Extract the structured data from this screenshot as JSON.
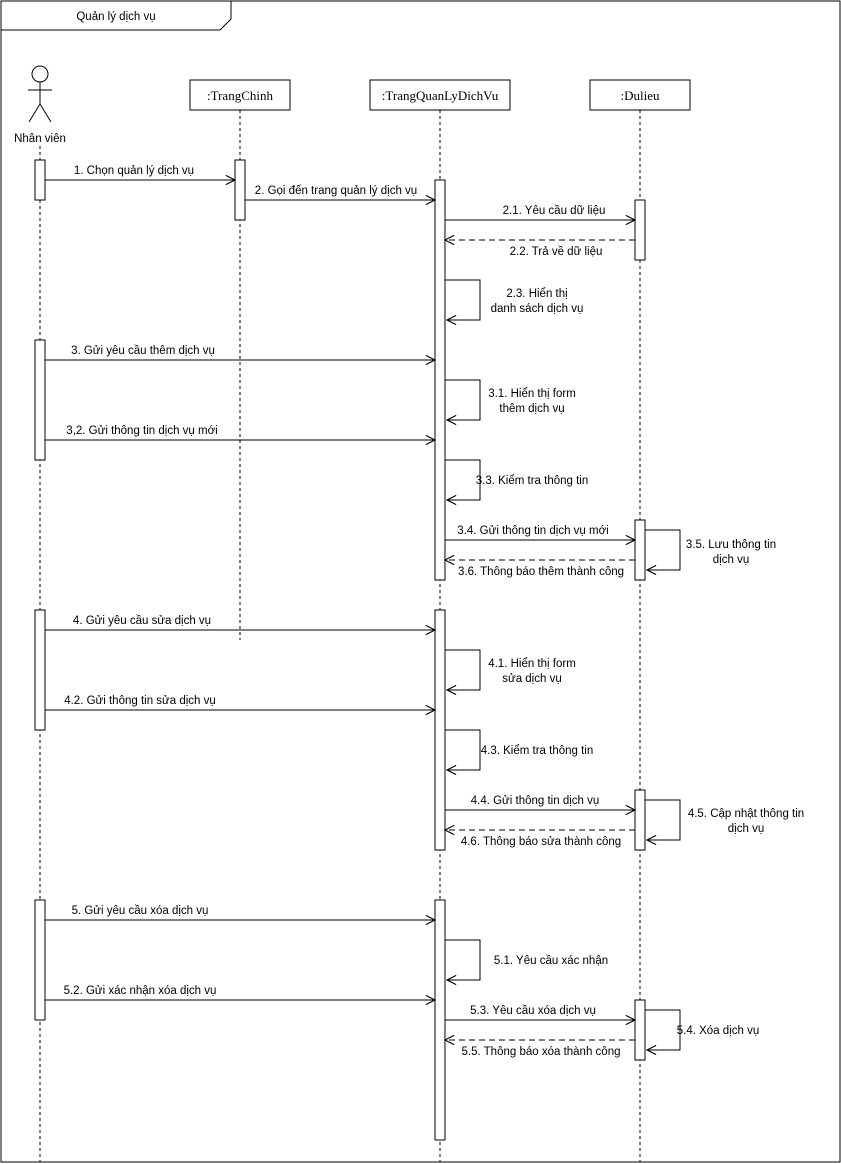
{
  "frame": {
    "title": "Quản lý dịch vụ"
  },
  "actor": {
    "name": "Nhân viên"
  },
  "lifelines": [
    {
      "id": "trangchinh",
      "label": ":TrangChinh"
    },
    {
      "id": "trangqldv",
      "label": ":TrangQuanLyDichVu"
    },
    {
      "id": "dulieu",
      "label": ":Dulieu"
    }
  ],
  "messages": [
    {
      "id": "m1",
      "label": "1. Chọn quản lý dịch vụ",
      "type": "sync"
    },
    {
      "id": "m2",
      "label": "2. Gọi đến trang quản lý dịch vụ",
      "type": "sync"
    },
    {
      "id": "m21",
      "label": "2.1. Yêu cầu dữ liệu",
      "type": "sync"
    },
    {
      "id": "m22",
      "label": "2.2. Trả về dữ liệu",
      "type": "return"
    },
    {
      "id": "m23",
      "label": [
        "2.3. Hiển thị",
        "danh sách dịch vụ"
      ],
      "type": "self"
    },
    {
      "id": "m3",
      "label": "3. Gửi yêu cầu thêm dịch vụ",
      "type": "sync"
    },
    {
      "id": "m31",
      "label": [
        "3.1. Hiển thị form",
        "thêm dịch vụ"
      ],
      "type": "self"
    },
    {
      "id": "m32",
      "label": "3,2. Gửi thông tin dịch vụ mới",
      "type": "sync"
    },
    {
      "id": "m33",
      "label": [
        "3.3. Kiểm tra thông tin"
      ],
      "type": "self"
    },
    {
      "id": "m34",
      "label": "3.4. Gửi thông tin dịch vụ mới",
      "type": "sync"
    },
    {
      "id": "m35",
      "label": [
        "3.5. Lưu thông tin",
        "dịch vụ"
      ],
      "type": "self"
    },
    {
      "id": "m36",
      "label": "3.6. Thông báo thêm thành công",
      "type": "return"
    },
    {
      "id": "m4",
      "label": "4. Gửi yêu cầu sửa dịch vụ",
      "type": "sync"
    },
    {
      "id": "m41",
      "label": [
        "4.1. Hiển thị form",
        "sửa dịch vụ"
      ],
      "type": "self"
    },
    {
      "id": "m42",
      "label": "4.2. Gửi thông tin sửa dịch vụ",
      "type": "sync"
    },
    {
      "id": "m43",
      "label": [
        "4.3. Kiểm tra thông tin"
      ],
      "type": "self"
    },
    {
      "id": "m44",
      "label": "4.4. Gửi thông tin dịch vụ",
      "type": "sync"
    },
    {
      "id": "m45",
      "label": [
        "4.5. Cập nhật thông tin",
        "dịch vụ"
      ],
      "type": "self"
    },
    {
      "id": "m46",
      "label": "4.6. Thông báo sửa thành công",
      "type": "return"
    },
    {
      "id": "m5",
      "label": "5. Gửi yêu cầu xóa dịch vụ",
      "type": "sync"
    },
    {
      "id": "m51",
      "label": [
        "5.1. Yêu cầu xác nhận"
      ],
      "type": "self"
    },
    {
      "id": "m52",
      "label": "5.2. Gửi xác nhận xóa dịch vụ",
      "type": "sync"
    },
    {
      "id": "m53",
      "label": "5.3. Yêu cầu xóa dịch vụ",
      "type": "sync"
    },
    {
      "id": "m54",
      "label": [
        "5.4. Xóa dịch vụ"
      ],
      "type": "self"
    },
    {
      "id": "m55",
      "label": "5.5. Thông báo xóa thành công",
      "type": "return"
    }
  ]
}
